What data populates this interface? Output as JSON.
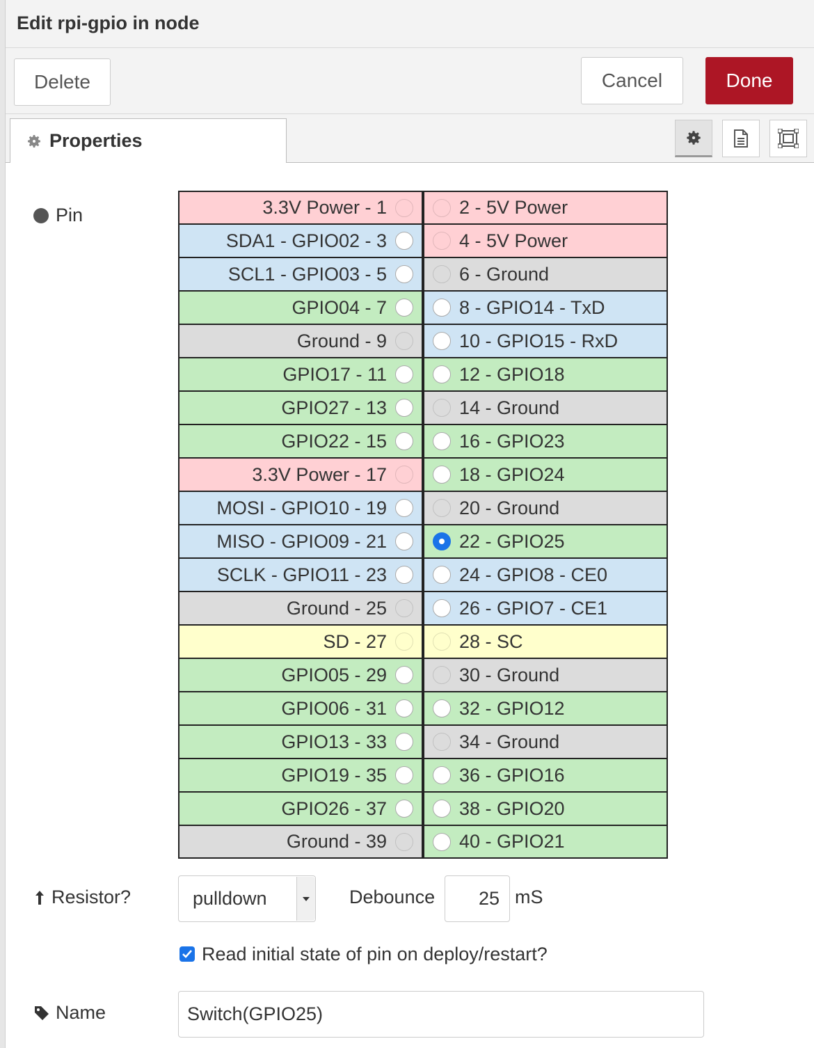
{
  "dialog": {
    "title": "Edit rpi-gpio in node",
    "delete_label": "Delete",
    "cancel_label": "Cancel",
    "done_label": "Done",
    "done_color": "#ad1625"
  },
  "tabs": {
    "properties_label": "Properties",
    "icons": [
      "gear-icon",
      "document-icon",
      "frame-icon"
    ]
  },
  "form": {
    "pin_label": "Pin",
    "resistor_label": "Resistor?",
    "resistor_value": "pulldown",
    "debounce_label": "Debounce",
    "debounce_value": "25",
    "debounce_unit": "mS",
    "read_initial_label": "Read initial state of pin on deploy/restart?",
    "read_initial_checked": true,
    "name_label": "Name",
    "name_value": "Switch(GPIO25)"
  },
  "pins": {
    "colors": {
      "power": "#ffd0d4",
      "i2c": "#cfe4f4",
      "ground": "#dcdcdc",
      "gpio": "#c3ecc0",
      "sd": "#ffffcc"
    },
    "rows": [
      {
        "left": {
          "label": "3.3V Power - 1",
          "type": "power",
          "enabled": false
        },
        "right": {
          "label": "2 - 5V Power",
          "type": "power",
          "enabled": false
        }
      },
      {
        "left": {
          "label": "SDA1 - GPIO02 - 3",
          "type": "i2c",
          "enabled": true
        },
        "right": {
          "label": "4 - 5V Power",
          "type": "power",
          "enabled": false
        }
      },
      {
        "left": {
          "label": "SCL1 - GPIO03 - 5",
          "type": "i2c",
          "enabled": true
        },
        "right": {
          "label": "6 - Ground",
          "type": "ground",
          "enabled": false
        }
      },
      {
        "left": {
          "label": "GPIO04 - 7",
          "type": "gpio",
          "enabled": true
        },
        "right": {
          "label": "8 - GPIO14 - TxD",
          "type": "i2c",
          "enabled": true
        }
      },
      {
        "left": {
          "label": "Ground - 9",
          "type": "ground",
          "enabled": false
        },
        "right": {
          "label": "10 - GPIO15 - RxD",
          "type": "i2c",
          "enabled": true
        }
      },
      {
        "left": {
          "label": "GPIO17 - 11",
          "type": "gpio",
          "enabled": true
        },
        "right": {
          "label": "12 - GPIO18",
          "type": "gpio",
          "enabled": true
        }
      },
      {
        "left": {
          "label": "GPIO27 - 13",
          "type": "gpio",
          "enabled": true
        },
        "right": {
          "label": "14 - Ground",
          "type": "ground",
          "enabled": false
        }
      },
      {
        "left": {
          "label": "GPIO22 - 15",
          "type": "gpio",
          "enabled": true
        },
        "right": {
          "label": "16 - GPIO23",
          "type": "gpio",
          "enabled": true
        }
      },
      {
        "left": {
          "label": "3.3V Power - 17",
          "type": "power",
          "enabled": false
        },
        "right": {
          "label": "18 - GPIO24",
          "type": "gpio",
          "enabled": true
        }
      },
      {
        "left": {
          "label": "MOSI - GPIO10 - 19",
          "type": "i2c",
          "enabled": true
        },
        "right": {
          "label": "20 - Ground",
          "type": "ground",
          "enabled": false
        }
      },
      {
        "left": {
          "label": "MISO - GPIO09 - 21",
          "type": "i2c",
          "enabled": true
        },
        "right": {
          "label": "22 - GPIO25",
          "type": "gpio",
          "enabled": true,
          "selected": true
        }
      },
      {
        "left": {
          "label": "SCLK - GPIO11 - 23",
          "type": "i2c",
          "enabled": true
        },
        "right": {
          "label": "24 - GPIO8 - CE0",
          "type": "i2c",
          "enabled": true
        }
      },
      {
        "left": {
          "label": "Ground - 25",
          "type": "ground",
          "enabled": false
        },
        "right": {
          "label": "26 - GPIO7 - CE1",
          "type": "i2c",
          "enabled": true
        }
      },
      {
        "left": {
          "label": "SD - 27",
          "type": "sd",
          "enabled": false
        },
        "right": {
          "label": "28 - SC",
          "type": "sd",
          "enabled": false
        }
      },
      {
        "left": {
          "label": "GPIO05 - 29",
          "type": "gpio",
          "enabled": true
        },
        "right": {
          "label": "30 - Ground",
          "type": "ground",
          "enabled": false
        }
      },
      {
        "left": {
          "label": "GPIO06 - 31",
          "type": "gpio",
          "enabled": true
        },
        "right": {
          "label": "32 - GPIO12",
          "type": "gpio",
          "enabled": true
        }
      },
      {
        "left": {
          "label": "GPIO13 - 33",
          "type": "gpio",
          "enabled": true
        },
        "right": {
          "label": "34 - Ground",
          "type": "ground",
          "enabled": false
        }
      },
      {
        "left": {
          "label": "GPIO19 - 35",
          "type": "gpio",
          "enabled": true
        },
        "right": {
          "label": "36 - GPIO16",
          "type": "gpio",
          "enabled": true
        }
      },
      {
        "left": {
          "label": "GPIO26 - 37",
          "type": "gpio",
          "enabled": true
        },
        "right": {
          "label": "38 - GPIO20",
          "type": "gpio",
          "enabled": true
        }
      },
      {
        "left": {
          "label": "Ground - 39",
          "type": "ground",
          "enabled": false
        },
        "right": {
          "label": "40 - GPIO21",
          "type": "gpio",
          "enabled": true
        }
      }
    ]
  }
}
